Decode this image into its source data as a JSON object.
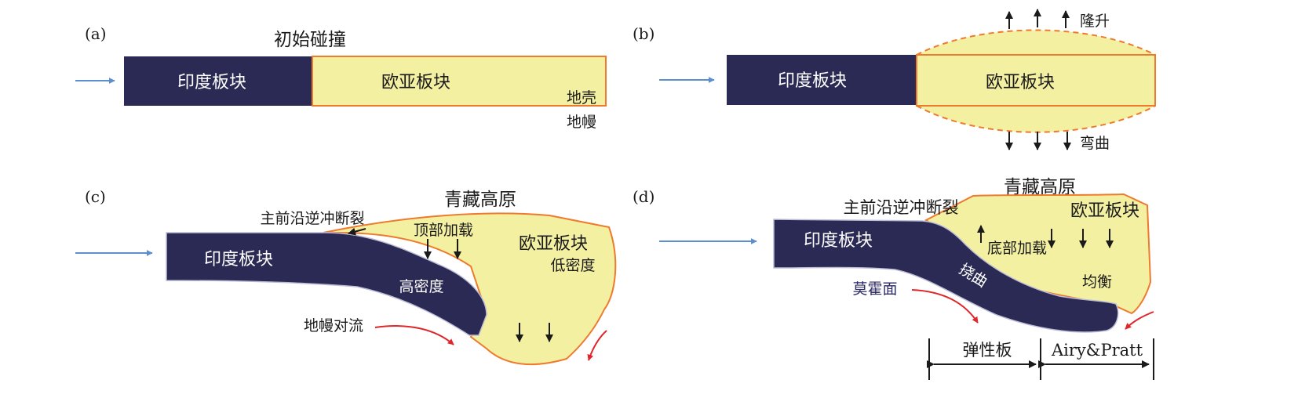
{
  "colors": {
    "india_plate": "#2b2a54",
    "eurasia_plate": "#f4f0a2",
    "eurasia_border": "#ee7a2e",
    "push_arrow": "#5b8fd0",
    "convection_arrow": "#e0262b",
    "stroke": "#1a1a1a",
    "moho_label": "#2b2a66"
  },
  "panel_a": {
    "tag": "(a)",
    "title": "初始碰撞",
    "india": "印度板块",
    "eurasia": "欧亚板块",
    "crust": "地壳",
    "mantle": "地幔"
  },
  "panel_b": {
    "tag": "(b)",
    "india": "印度板块",
    "eurasia": "欧亚板块",
    "uplift": "隆升",
    "bending": "弯曲"
  },
  "panel_c": {
    "tag": "(c)",
    "title": "青藏高原",
    "thrust": "主前沿逆冲断裂",
    "top_load": "顶部加载",
    "india": "印度板块",
    "eurasia": "欧亚板块",
    "low_density": "低密度",
    "high_density": "高密度",
    "convection": "地幔对流"
  },
  "panel_d": {
    "tag": "(d)",
    "title": "青藏高原",
    "thrust": "主前沿逆冲断裂",
    "india": "印度板块",
    "eurasia": "欧亚板块",
    "bottom_load": "底部加载",
    "flexure": "挠曲",
    "isostasy": "均衡",
    "moho": "莫霍面",
    "elastic": "弹性板",
    "airy": "Airy&Pratt"
  }
}
